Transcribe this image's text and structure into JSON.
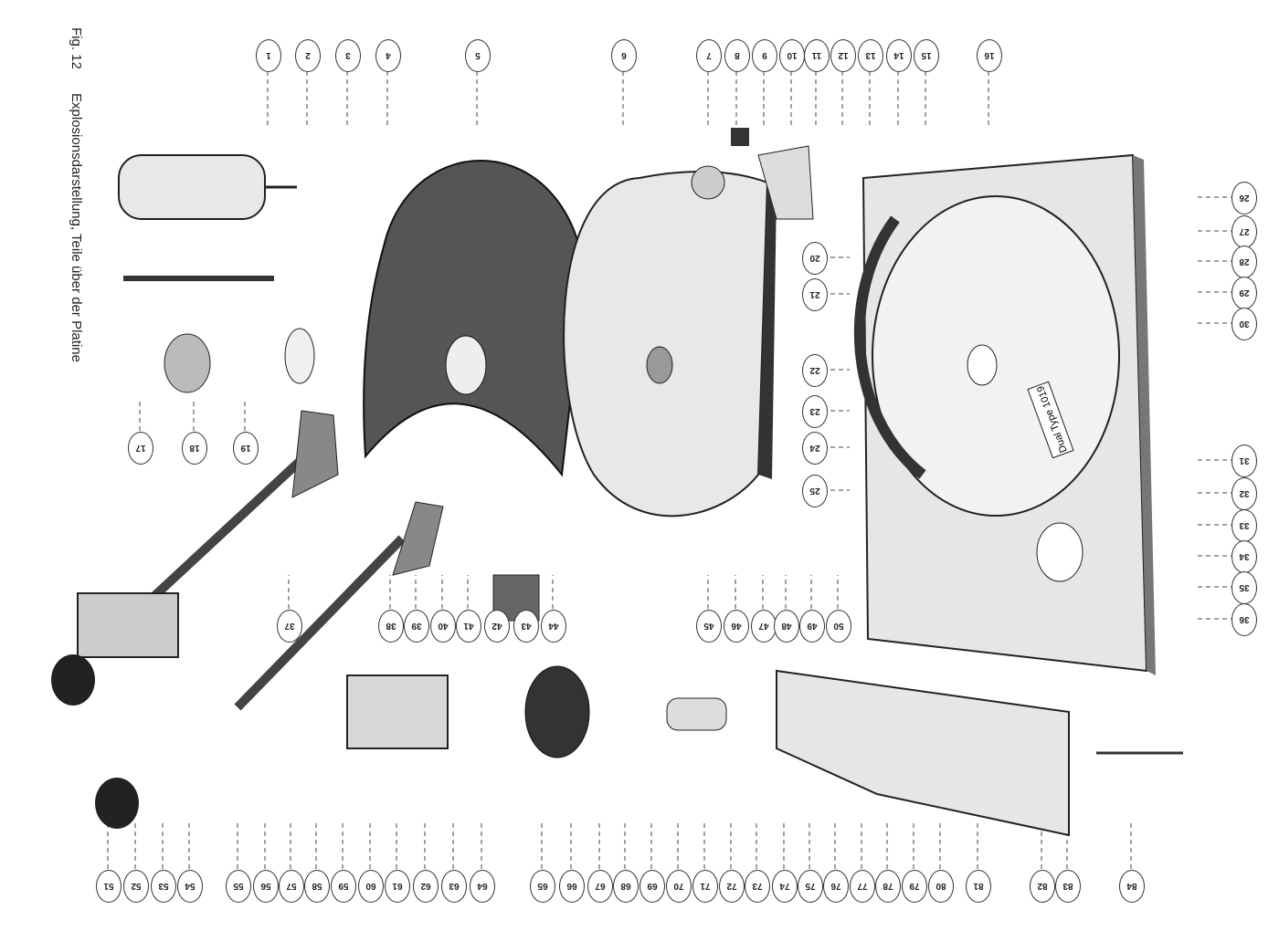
{
  "caption": {
    "fig": "Fig. 12",
    "title": "Explosionsdarstellung, Teile über der Platine"
  },
  "logo_text": "Dual Type 1019",
  "callouts": [
    "1",
    "2",
    "3",
    "4",
    "5",
    "6",
    "7",
    "8",
    "9",
    "10",
    "11",
    "12",
    "13",
    "14",
    "15",
    "16",
    "17",
    "18",
    "19",
    "20",
    "21",
    "22",
    "23",
    "24",
    "25",
    "26",
    "27",
    "28",
    "29",
    "30",
    "31",
    "32",
    "33",
    "34",
    "35",
    "36",
    "37",
    "38",
    "39",
    "40",
    "41",
    "42",
    "43",
    "44",
    "45",
    "46",
    "47",
    "48",
    "49",
    "50",
    "51",
    "52",
    "53",
    "54",
    "55",
    "56",
    "57",
    "58",
    "59",
    "60",
    "61",
    "62",
    "63",
    "64",
    "65",
    "66",
    "67",
    "68",
    "69",
    "70",
    "71",
    "72",
    "73",
    "74",
    "75",
    "76",
    "77",
    "78",
    "79",
    "80",
    "81",
    "82",
    "83",
    "84"
  ]
}
